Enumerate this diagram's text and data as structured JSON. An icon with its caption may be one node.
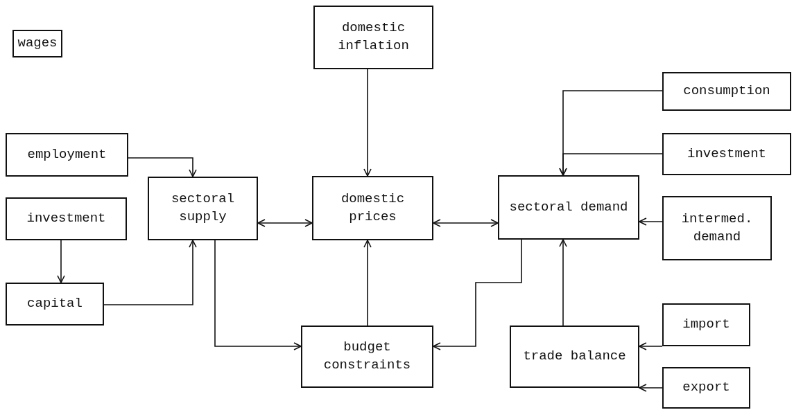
{
  "diagram": {
    "nodes": [
      {
        "text": [
          "domestic inflation"
        ]
      },
      {
        "text": [
          "wages"
        ]
      },
      {
        "text": [
          "consumption"
        ]
      },
      {
        "text": [
          "employment"
        ]
      },
      {
        "text": [
          "investment"
        ]
      },
      {
        "text": [
          "sectoral supply"
        ]
      },
      {
        "text": [
          "domestic prices"
        ]
      },
      {
        "text": [
          "sectoral demand"
        ]
      },
      {
        "text": [
          "intermed. demand"
        ]
      },
      {
        "text": [
          "investment"
        ]
      },
      {
        "text": [
          "capital"
        ]
      },
      {
        "text": [
          "budget constraints"
        ]
      },
      {
        "text": [
          "trade balance"
        ]
      },
      {
        "text": [
          "import"
        ]
      },
      {
        "text": [
          "export"
        ]
      }
    ],
    "edges": [
      {
        "from": 0,
        "to": 6,
        "arrow": "to"
      },
      {
        "from": 3,
        "to": 5,
        "arrow": "to"
      },
      {
        "from": 9,
        "to": 10,
        "arrow": "to"
      },
      {
        "from": 10,
        "to": 5,
        "arrow": "to"
      },
      {
        "from": 5,
        "to": 6,
        "arrow": "both"
      },
      {
        "from": 6,
        "to": 7,
        "arrow": "both"
      },
      {
        "from": 2,
        "to": 7,
        "arrow": "to"
      },
      {
        "from": 4,
        "to": 7,
        "arrow": "to"
      },
      {
        "from": 8,
        "to": 7,
        "arrow": "to"
      },
      {
        "from": 5,
        "to": 11,
        "arrow": "to"
      },
      {
        "from": 7,
        "to": 11,
        "arrow": "to"
      },
      {
        "from": 11,
        "to": 6,
        "arrow": "to"
      },
      {
        "from": 12,
        "to": 7,
        "arrow": "to"
      },
      {
        "from": 13,
        "to": 12,
        "arrow": "to"
      },
      {
        "from": 14,
        "to": 12,
        "arrow": "to"
      }
    ]
  }
}
